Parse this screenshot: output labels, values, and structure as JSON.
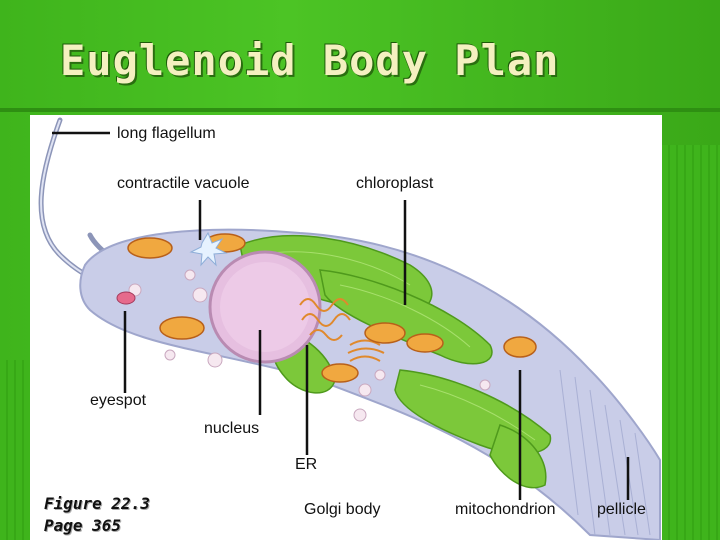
{
  "title": "Euglenoid Body Plan",
  "labels": {
    "long_flagellum": "long flagellum",
    "contractile_vacuole": "contractile vacuole",
    "chloroplast": "chloroplast",
    "eyespot": "eyespot",
    "nucleus": "nucleus",
    "er": "ER",
    "golgi_body": "Golgi body",
    "mitochondrion": "mitochondrion",
    "pellicle": "pellicle"
  },
  "figure_ref": {
    "line1": "Figure 22.3",
    "line2": "Page 365"
  },
  "colors": {
    "background": "#3fb41c",
    "title": "#f4f0c0",
    "cell_body": "#c9cde8",
    "chloroplast": "#7cc83a",
    "nucleus": "#e6bfe0",
    "mitochondrion": "#e0892c"
  }
}
